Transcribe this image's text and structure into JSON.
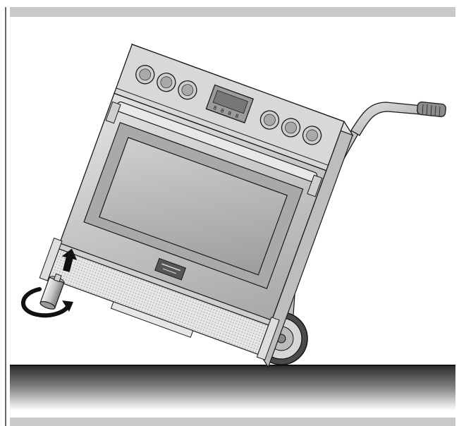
{
  "figure": {
    "subject": "range-oven-on-hand-truck",
    "panel_display_segments": [
      "8",
      "8",
      "8",
      "8"
    ],
    "icons": {
      "oven": "oven-icon",
      "hand_truck": "hand-truck-icon",
      "leveling_leg": "leveling-leg-icon",
      "rotate_arrow": "rotate-arrow-icon",
      "insert_arrow": "up-arrow-icon"
    },
    "colors": {
      "top_band": "#c9c9c9",
      "bottom_band": "#c9c9c9",
      "steel_light": "#d9d9d9",
      "steel_mid": "#b3b3b3",
      "steel_dark": "#8a8a8a",
      "outline": "#1a1a1a",
      "floor_dark": "#2b2b2b",
      "floor_light": "#ffffff"
    }
  }
}
